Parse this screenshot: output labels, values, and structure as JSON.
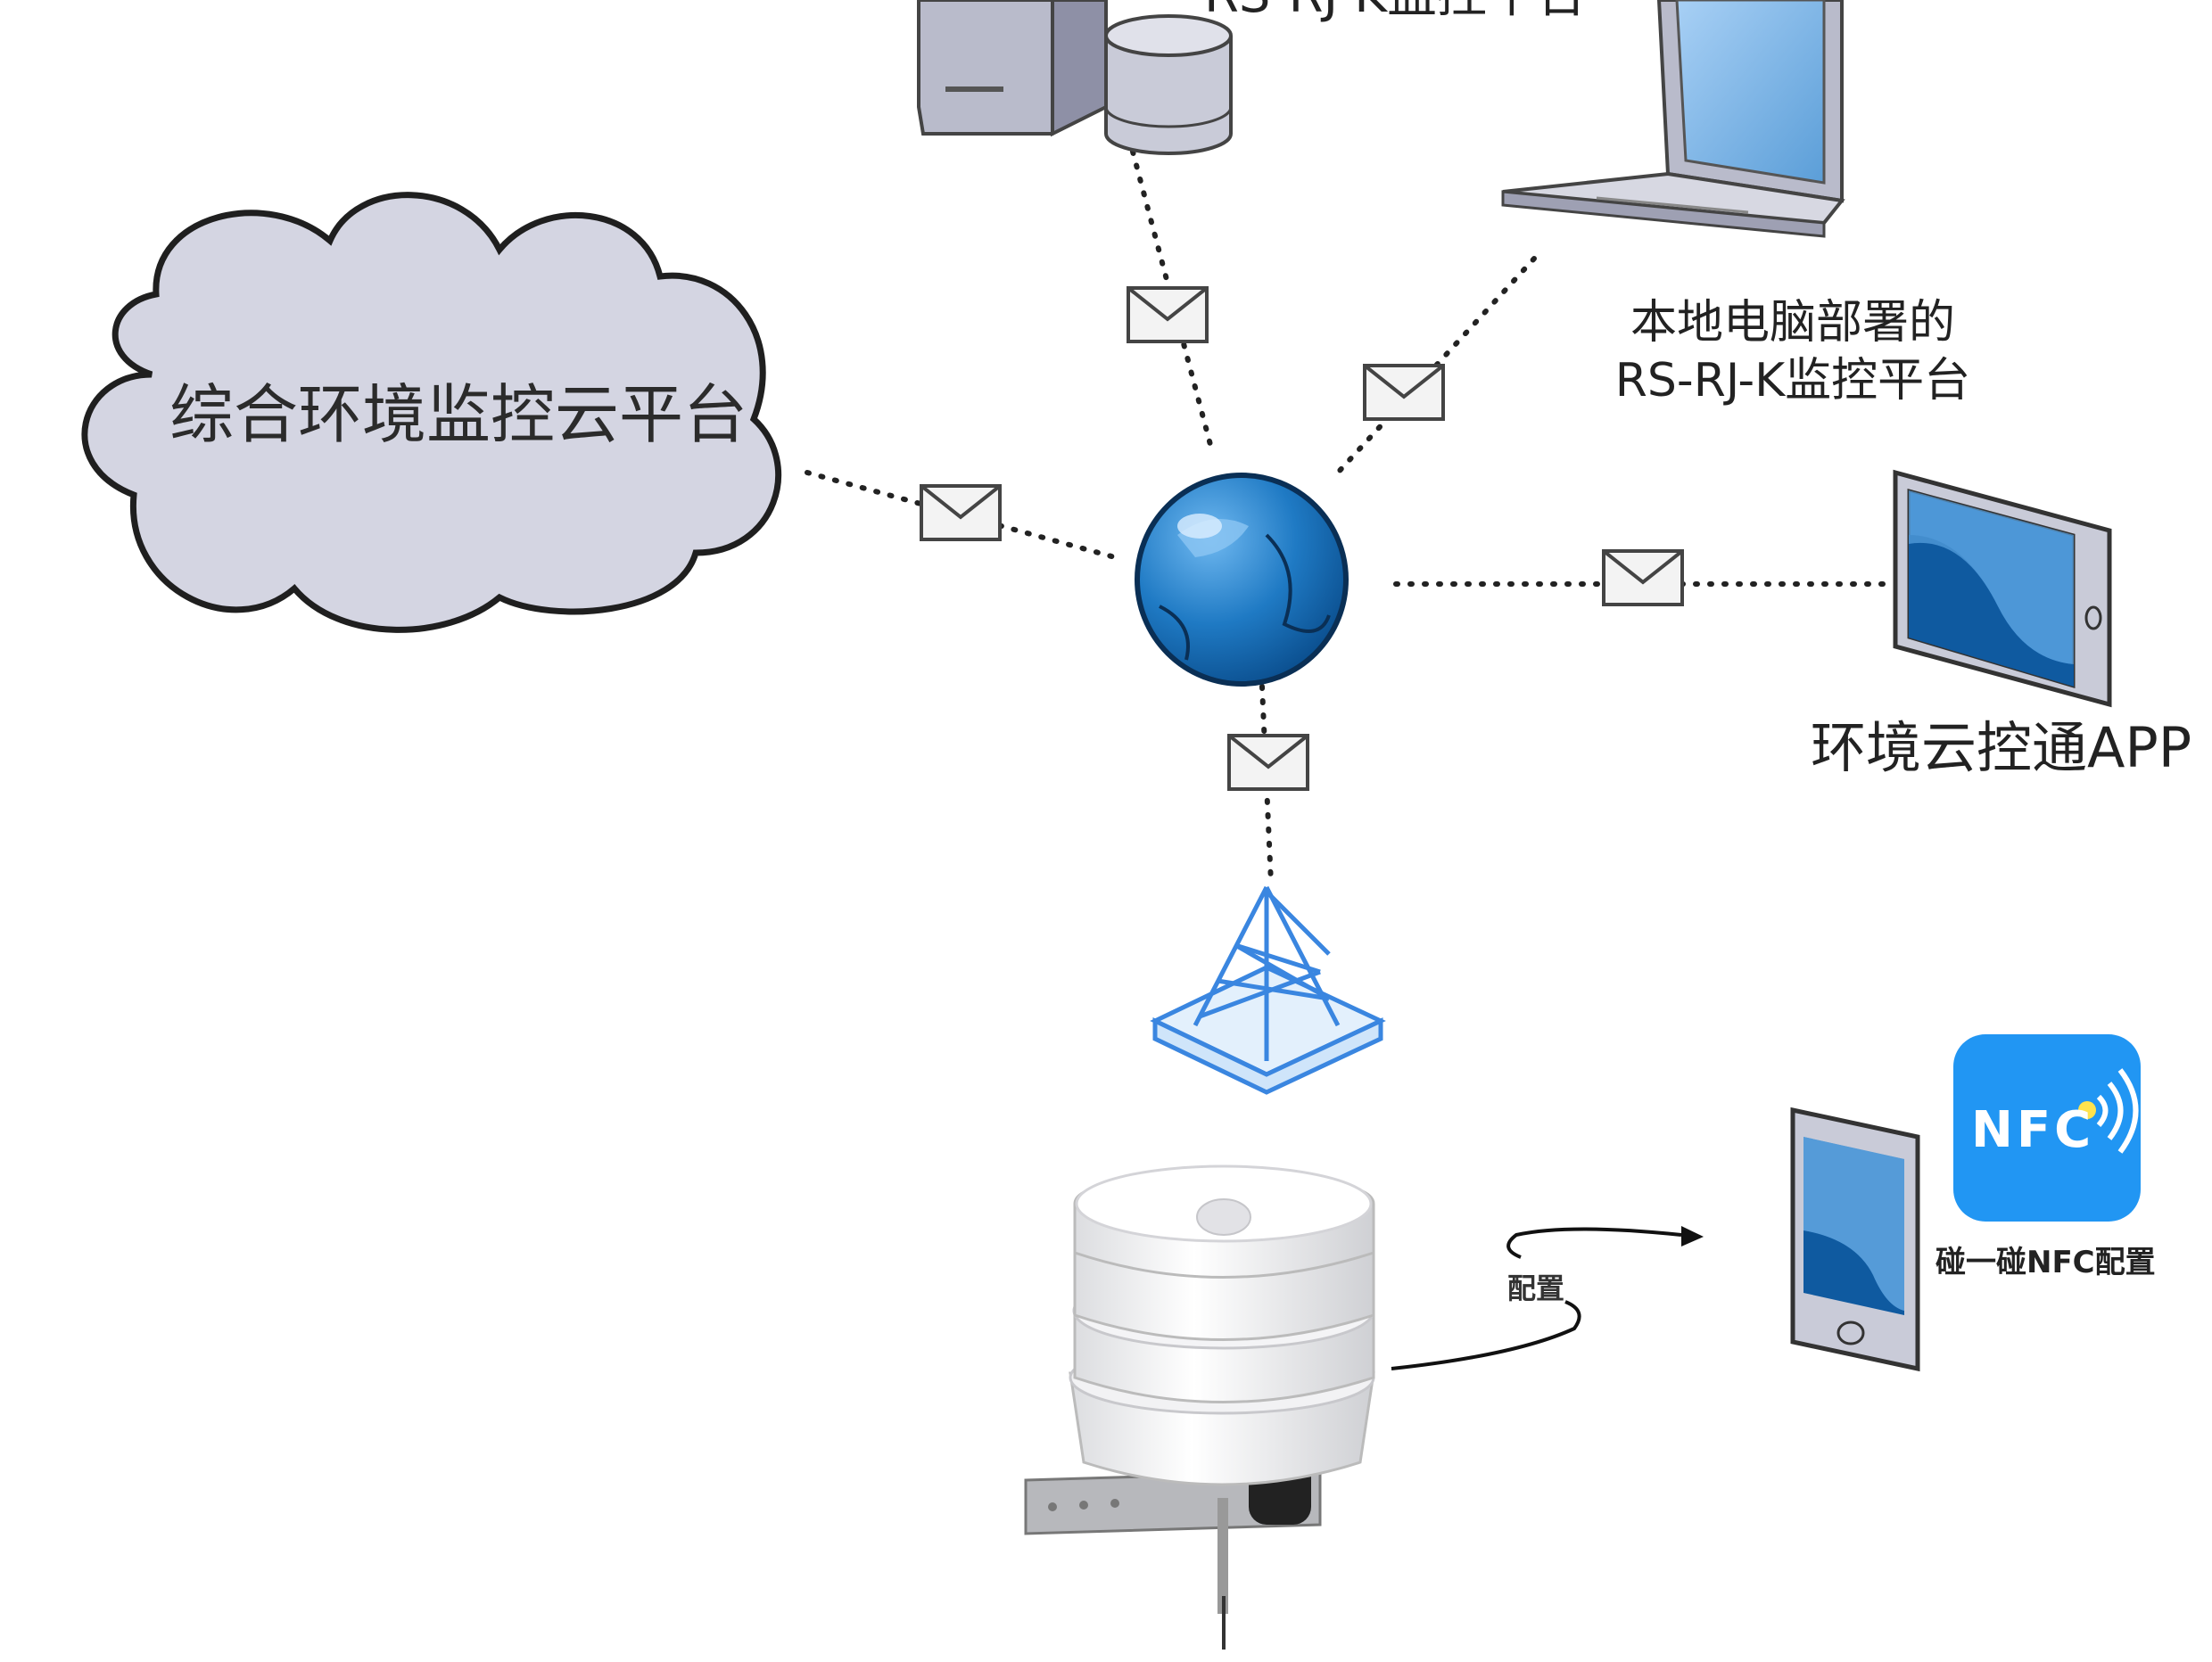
{
  "labels": {
    "top_cut": "RS-RJ-K监控平台",
    "cloud": "综合环境监控云平台",
    "local_line1": "本地电脑部署的",
    "local_line2": "RS-RJ-K监控平台",
    "app": "环境云控通APP",
    "nfc_caption": "碰一碰NFC配置",
    "config": "配置",
    "nfc_logo": "NFC"
  },
  "colors": {
    "cloud_fill": "#d4d5e2",
    "globe": "#1f7ac4",
    "tower": "#3a86e0",
    "nfc_bg": "#2196f3",
    "device_gray": "#c9cbd8"
  },
  "icons": [
    "server-icon",
    "database-icon",
    "laptop-icon",
    "cloud-icon",
    "globe-icon",
    "tablet-icon",
    "cell-tower-icon",
    "phone-icon",
    "nfc-app-icon",
    "sensor-device-icon",
    "envelope-icon"
  ]
}
